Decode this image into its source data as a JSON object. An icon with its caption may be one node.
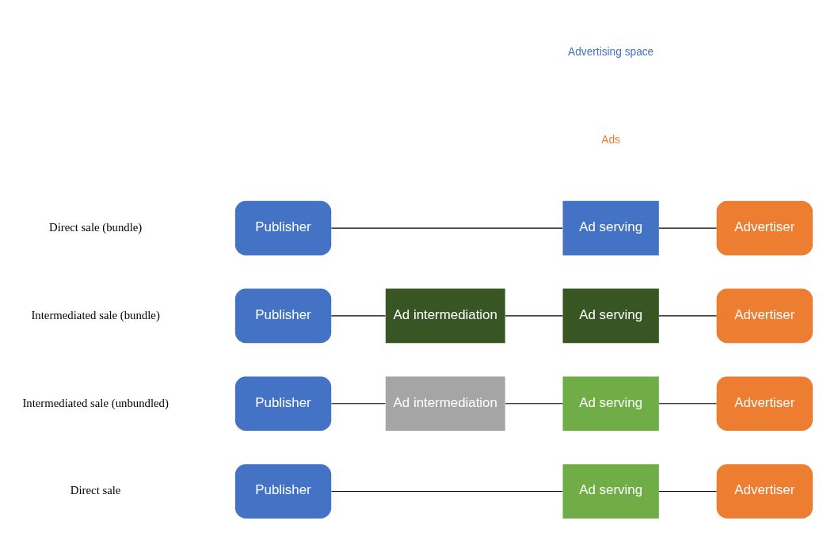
{
  "diagram": {
    "nodes": [
      {
        "text": [
          "Publisher"
        ]
      },
      {
        "text": [
          "Ad serving"
        ]
      },
      {
        "text": [
          "Advertiser"
        ]
      },
      {
        "text": [
          "Publisher"
        ]
      },
      {
        "text": [
          "Ad intermediation"
        ]
      },
      {
        "text": [
          "Ad serving"
        ]
      },
      {
        "text": [
          "Advertiser"
        ]
      },
      {
        "text": [
          "Publisher"
        ]
      },
      {
        "text": [
          "Ad intermediation"
        ]
      },
      {
        "text": [
          "Ad serving"
        ]
      },
      {
        "text": [
          "Advertiser"
        ]
      },
      {
        "text": [
          "Publisher"
        ]
      },
      {
        "text": [
          "Ad serving"
        ]
      },
      {
        "text": [
          "Advertiser"
        ]
      }
    ],
    "edges": [
      {
        "from": 0,
        "to": 1,
        "arrow": "none"
      },
      {
        "from": 1,
        "to": 2,
        "arrow": "none"
      },
      {
        "from": 3,
        "to": 4,
        "arrow": "none"
      },
      {
        "from": 4,
        "to": 5,
        "arrow": "none"
      },
      {
        "from": 5,
        "to": 6,
        "arrow": "none"
      },
      {
        "from": 7,
        "to": 8,
        "arrow": "none"
      },
      {
        "from": 8,
        "to": 9,
        "arrow": "none"
      },
      {
        "from": 9,
        "to": 10,
        "arrow": "none"
      },
      {
        "from": 11,
        "to": 12,
        "arrow": "none"
      },
      {
        "from": 12,
        "to": 13,
        "arrow": "none"
      }
    ],
    "labels": [
      "Advertising space",
      "Direct sale",
      "Intermediated sale (unbundled)",
      "Intermediated sale (bundle)",
      "Direct sale (bundle)",
      "Ads"
    ]
  }
}
